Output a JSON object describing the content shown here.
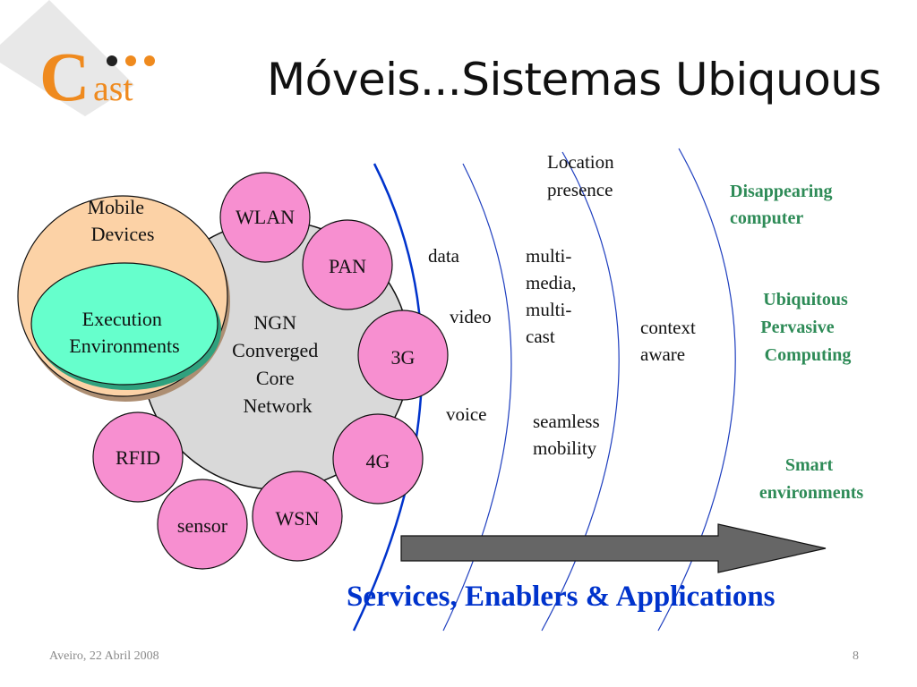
{
  "slide": {
    "title": "Móveis...Sistemas Ubiquous",
    "logo": {
      "letter": "C",
      "text": "ast"
    },
    "footer": {
      "left": "Aveiro, 22 Abril 2008",
      "page": "8"
    }
  },
  "diagram": {
    "mobile_devices": [
      "Mobile",
      "Devices"
    ],
    "execution_env": [
      "Execution",
      "Environments"
    ],
    "core_network": [
      "NGN",
      "Converged",
      "Core",
      "Network"
    ],
    "access_nodes": {
      "wlan": "WLAN",
      "pan": "PAN",
      "g3": "3G",
      "g4": "4G",
      "wsn": "WSN",
      "sensor": "sensor",
      "rfid": "RFID"
    },
    "wave_labels": {
      "data": "data",
      "video": "video",
      "voice": "voice",
      "multimedia": [
        "multi-",
        "media,",
        "multi-",
        "cast"
      ],
      "seamless": [
        "seamless",
        "mobility"
      ],
      "location": [
        "Location",
        "presence"
      ],
      "context": [
        "context",
        "aware"
      ]
    },
    "right_labels": {
      "disappearing": [
        "Disappearing",
        "computer"
      ],
      "ubiquitous": [
        "Ubiquitous",
        "Pervasive",
        "Computing"
      ],
      "smart": [
        "Smart",
        "environments"
      ]
    },
    "services_caption": "Services, Enablers & Applications",
    "colors": {
      "accent_blue": "#0033cc",
      "line_blue": "#1f3fbf",
      "green_text": "#2e8b57",
      "node_pink": "#f78fd0",
      "mobile_orange": "#fcd2a6",
      "exec_green": "#66ffcc",
      "core_gray": "#d9d9d9",
      "arrow_gray": "#666666"
    }
  }
}
